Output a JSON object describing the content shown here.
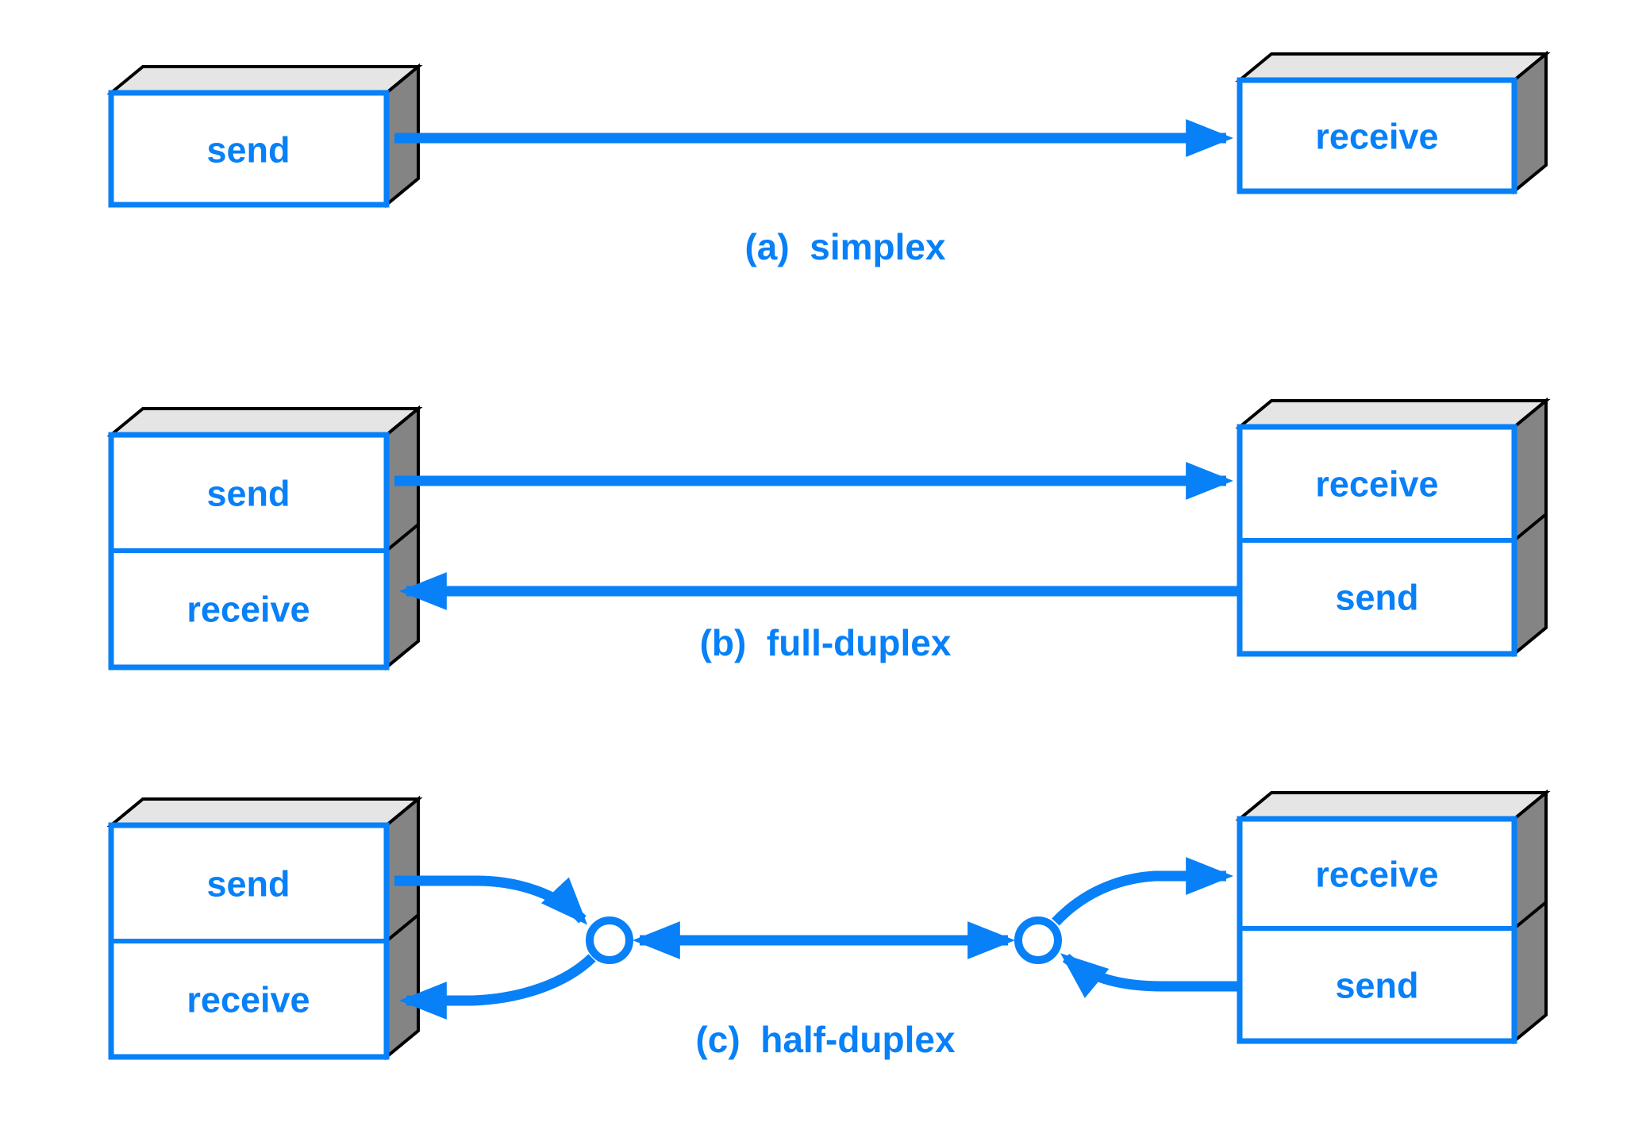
{
  "figure": {
    "colors": {
      "accent_blue": "#0780F8",
      "box_top_gray": "#E5E5E5",
      "box_side_gray": "#848484",
      "outline_black": "#000000",
      "box_face_white": "#FFFFFF"
    },
    "sections": [
      {
        "id": "a",
        "caption": "(a)  simplex",
        "left_box": {
          "compartments": [
            "send"
          ]
        },
        "right_box": {
          "compartments": [
            "receive"
          ]
        }
      },
      {
        "id": "b",
        "caption": "(b)  full-duplex",
        "left_box": {
          "compartments": [
            "send",
            "receive"
          ]
        },
        "right_box": {
          "compartments": [
            "receive",
            "send"
          ]
        }
      },
      {
        "id": "c",
        "caption": "(c)  half-duplex",
        "left_box": {
          "compartments": [
            "send",
            "receive"
          ]
        },
        "right_box": {
          "compartments": [
            "receive",
            "send"
          ]
        }
      }
    ]
  }
}
